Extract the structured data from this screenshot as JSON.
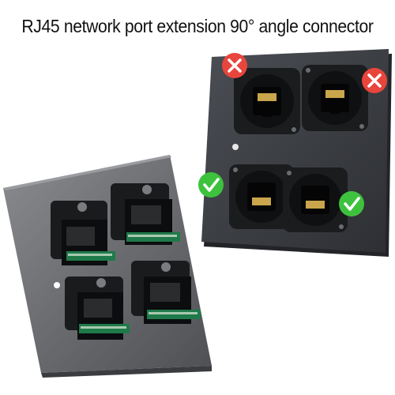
{
  "title": "RJ45 network port extension 90° angle connector",
  "badges": [
    {
      "name": "wrong-badge-top-left",
      "kind": "cross",
      "color": "#e8453c"
    },
    {
      "name": "wrong-badge-top-right",
      "kind": "cross",
      "color": "#e8453c"
    },
    {
      "name": "correct-badge-bottom-left",
      "kind": "check",
      "color": "#3ec23e"
    },
    {
      "name": "correct-badge-bottom-right",
      "kind": "check",
      "color": "#3ec23e"
    }
  ],
  "colors": {
    "plate_front": "#3c3f44",
    "plate_back": "#6e7075",
    "jack": "#121314",
    "pcb_green": "#1f7a4a",
    "cross": "#e8453c",
    "check": "#3ec23e"
  }
}
